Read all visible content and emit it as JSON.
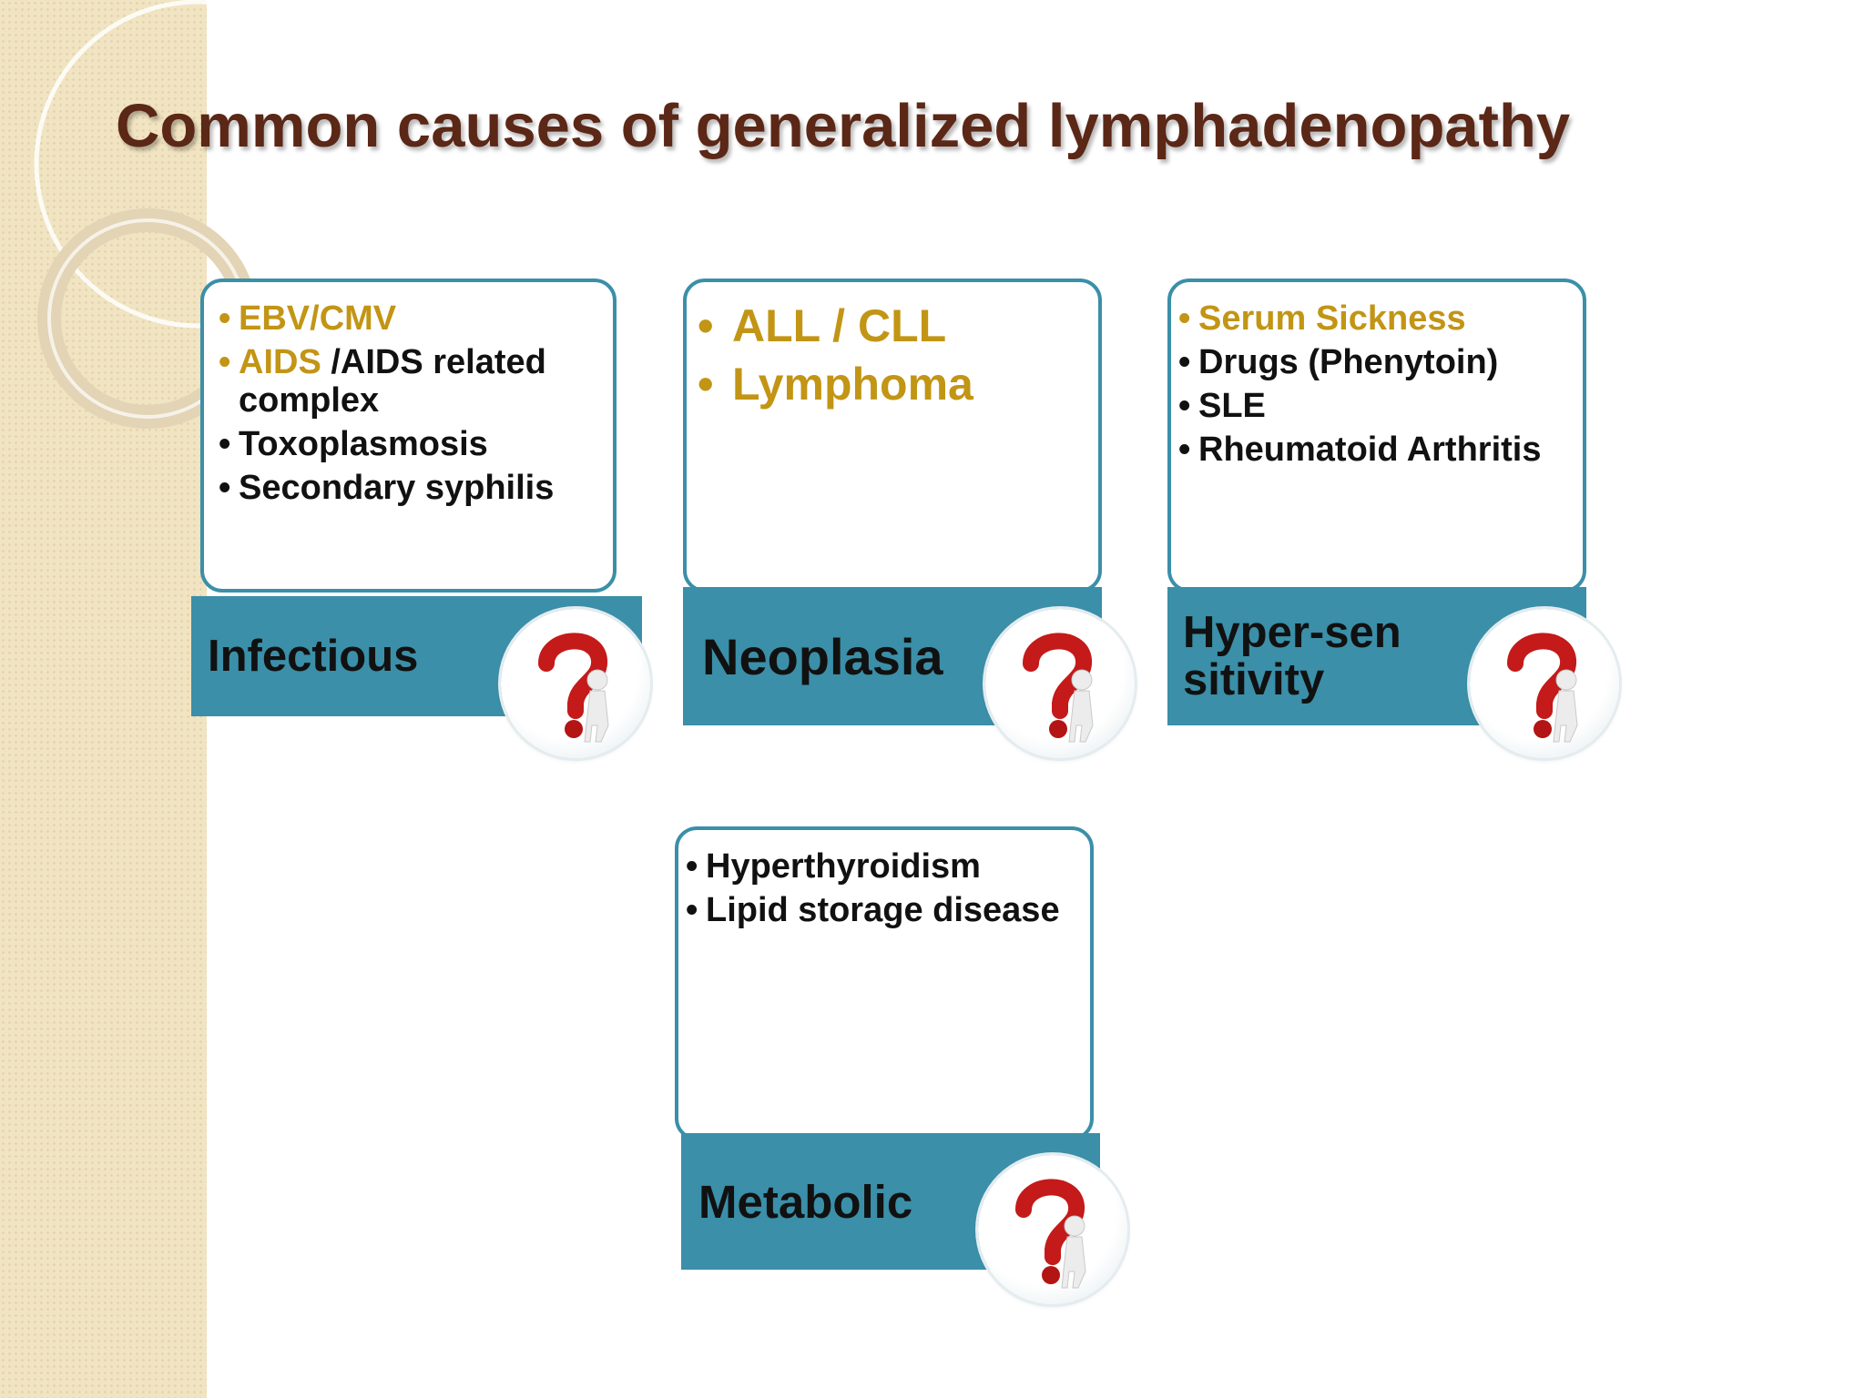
{
  "title": "Common causes of generalized lymphadenopathy",
  "colors": {
    "title": "#5b2716",
    "accent_teal": "#3b8fa8",
    "highlight_gold": "#c29515",
    "background_strip": "#f1e4c2"
  },
  "cards": {
    "infectious": {
      "label": "Infectious",
      "items": [
        "EBV/CMV",
        "AIDS",
        "/AIDS related complex",
        "Toxoplasmosis",
        "Secondary syphilis"
      ],
      "icon": "question-mark-figure-icon"
    },
    "neoplasia": {
      "label": "Neoplasia",
      "items": [
        "ALL / CLL",
        "Lymphoma"
      ],
      "icon": "question-mark-figure-icon"
    },
    "hypersensitivity": {
      "label": "Hyper-sensitivity",
      "items": [
        "Serum Sickness",
        "Drugs (Phenytoin)",
        "SLE",
        "Rheumatoid Arthritis"
      ],
      "icon": "question-mark-figure-icon"
    },
    "metabolic": {
      "label": "Metabolic",
      "items": [
        "Hyperthyroidism",
        "Lipid storage disease"
      ],
      "icon": "question-mark-figure-icon"
    }
  }
}
